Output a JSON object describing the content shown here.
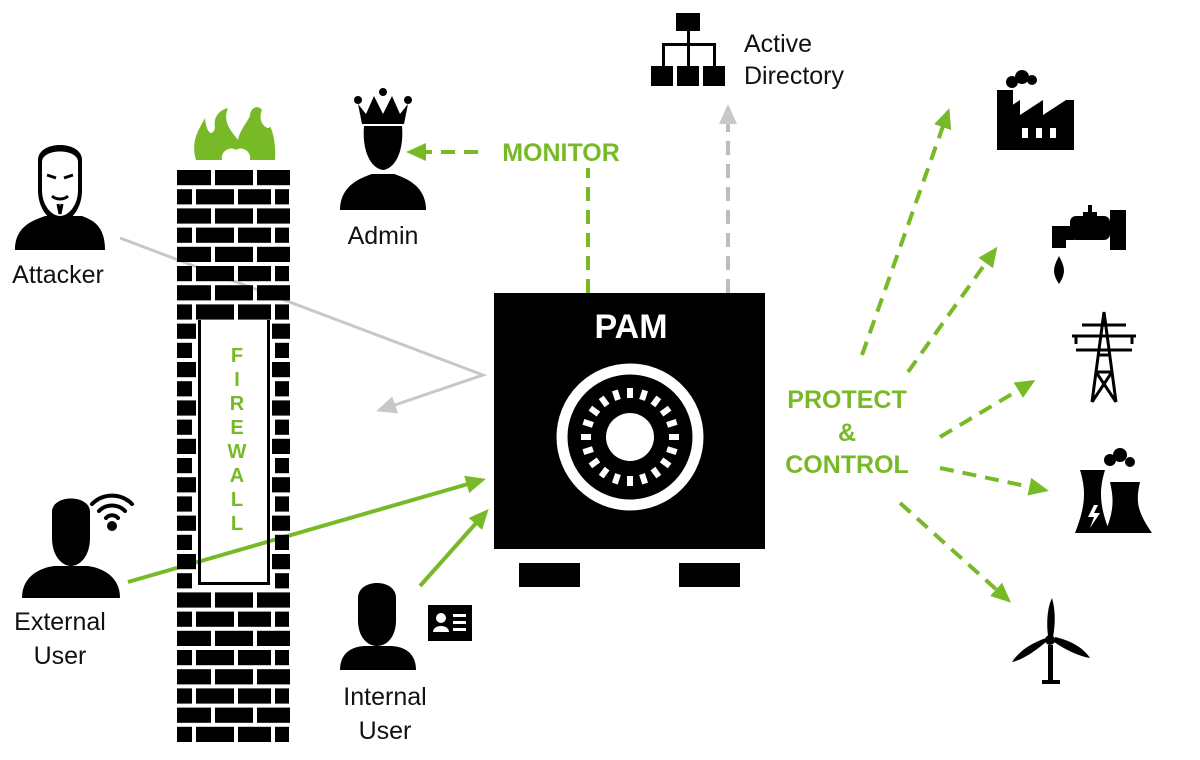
{
  "colors": {
    "accent": "#78b928",
    "neutral": "#c8c8c8",
    "ink": "#000000"
  },
  "nodes": {
    "attacker": "Attacker",
    "admin": "Admin",
    "monitor": "MONITOR",
    "active_directory": [
      "Active",
      "Directory"
    ],
    "pam": "PAM",
    "protect_control": [
      "PROTECT",
      "&",
      "CONTROL"
    ],
    "external_user": [
      "External",
      "User"
    ],
    "internal_user": [
      "Internal",
      "User"
    ],
    "firewall": [
      "F",
      "I",
      "R",
      "E",
      "W",
      "A",
      "L",
      "L"
    ]
  },
  "icons": [
    "attacker-mask-icon",
    "admin-crown-icon",
    "active-directory-icon",
    "firewall-flame-icon",
    "safe-dial-icon",
    "wifi-icon",
    "id-card-icon",
    "factory-icon",
    "water-tap-icon",
    "power-pylon-icon",
    "power-plant-icon",
    "wind-turbine-icon"
  ]
}
